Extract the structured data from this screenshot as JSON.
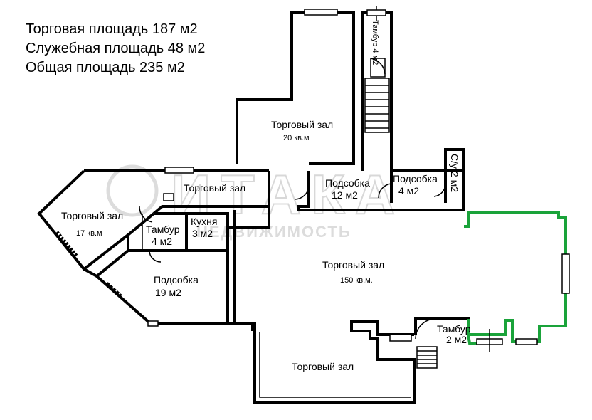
{
  "summary": {
    "retail_area": "Торговая площадь 187 м2",
    "service_area": "Служебная площадь 48 м2",
    "total_area": "Общая площадь 235 м2"
  },
  "rooms": {
    "top_hall": {
      "name": "Торговый зал",
      "area": "20 кв.м"
    },
    "vestibule_top": {
      "name": "Тамбур 4 м2"
    },
    "storage_12": {
      "name": "Подсобка",
      "area": "12 м2"
    },
    "storage_4": {
      "name": "Подсобка",
      "area": "4 м2"
    },
    "wc": {
      "name": "С/у 2 м2"
    },
    "corridor_hall": {
      "name": "Торговый зал"
    },
    "left_hall": {
      "name": "Торговый зал",
      "area": "17 кв.м"
    },
    "vestibule_left": {
      "name": "Тамбур",
      "area": "4 м2"
    },
    "kitchen": {
      "name": "Кухня",
      "area": "3 м2"
    },
    "storage_19": {
      "name": "Подсобка",
      "area": "19 м2"
    },
    "main_hall": {
      "name": "Торговый зал",
      "area": "150 кв.м."
    },
    "vestibule_bottom": {
      "name": "Тамбур",
      "area": "2 м2"
    },
    "bottom_hall": {
      "name": "Торговый зал"
    }
  },
  "watermark": {
    "brand": "ИТАКА",
    "tagline": "НЕДВИЖИМОСТЬ"
  },
  "colors": {
    "wall": "#000000",
    "highlight_wall": "#1aa33a",
    "watermark": "#d8d8d8"
  }
}
